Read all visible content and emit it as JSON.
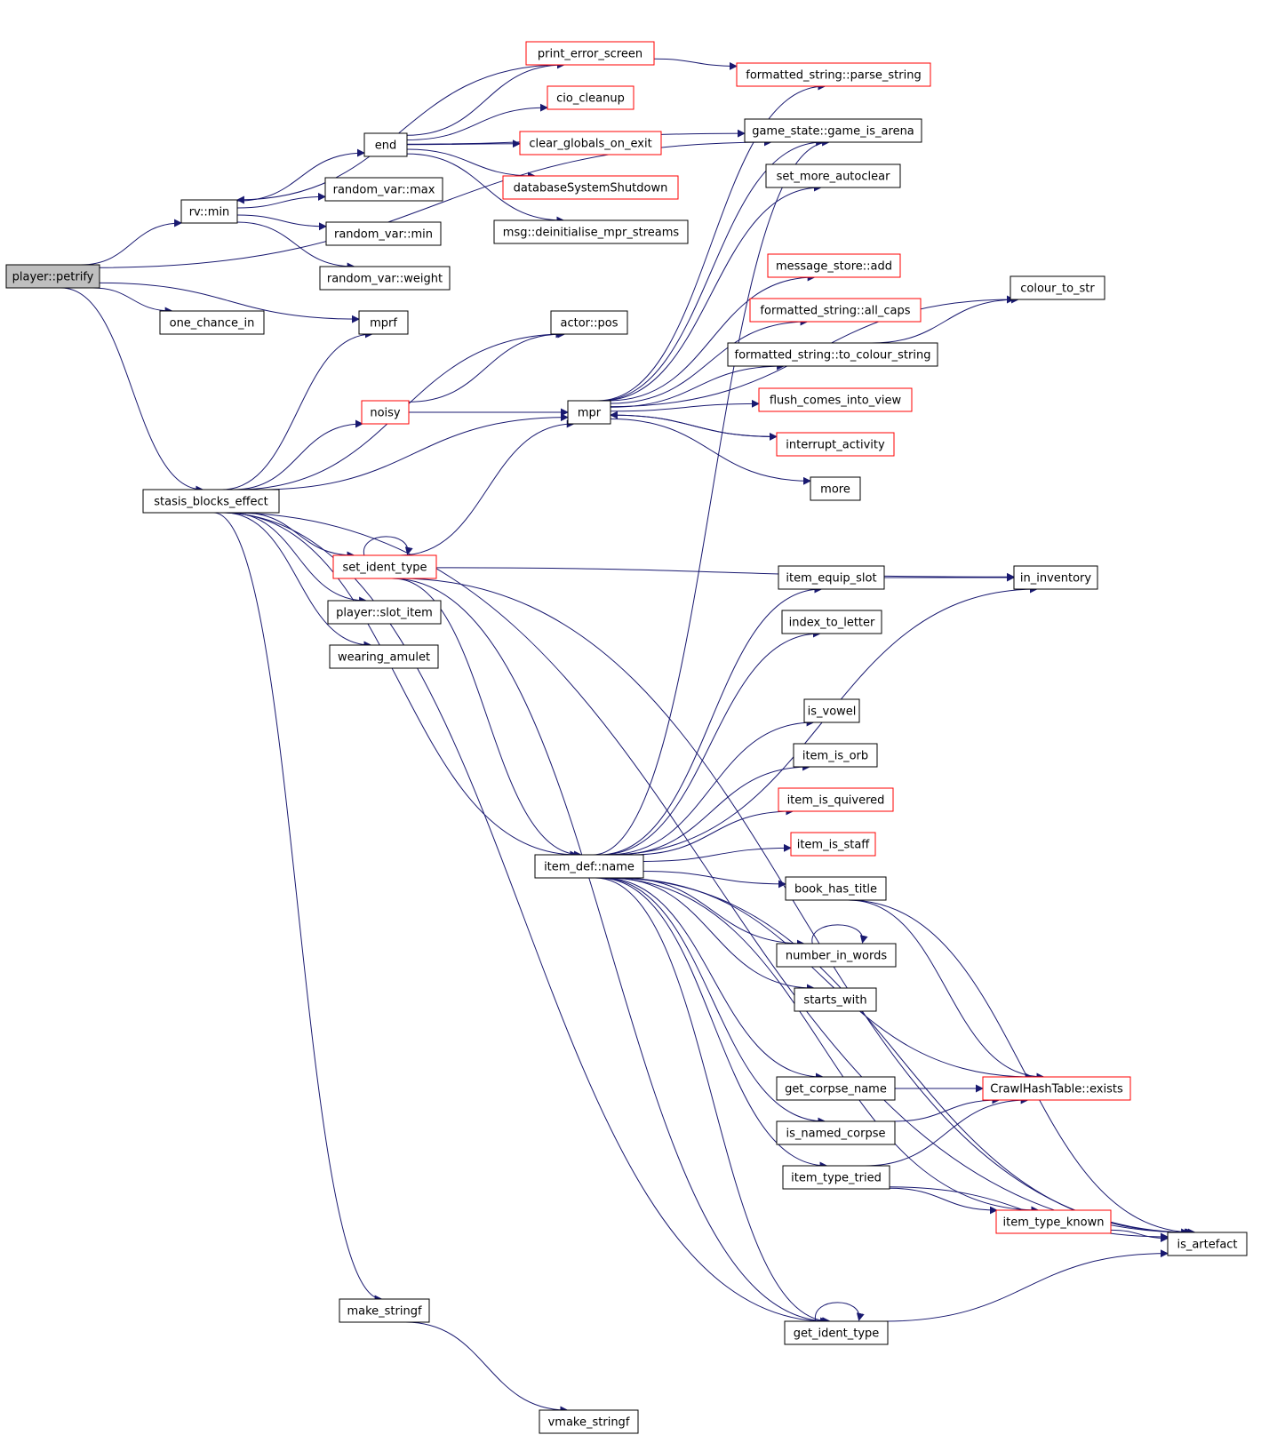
{
  "colors": {
    "edge": "#191970",
    "node_border_normal": "#000000",
    "node_border_truncated": "#ff0000",
    "root_fill": "#bfbfbf",
    "node_fill": "#ffffff"
  },
  "nodes": [
    {
      "id": "player_petrify",
      "label": "player::petrify",
      "style": "root"
    },
    {
      "id": "rv_min",
      "label": "rv::min",
      "style": "normal"
    },
    {
      "id": "one_chance_in",
      "label": "one_chance_in",
      "style": "normal"
    },
    {
      "id": "mprf",
      "label": "mprf",
      "style": "normal"
    },
    {
      "id": "stasis_blocks_effect",
      "label": "stasis_blocks_effect",
      "style": "normal"
    },
    {
      "id": "end",
      "label": "end",
      "style": "normal"
    },
    {
      "id": "random_var_max",
      "label": "random_var::max",
      "style": "normal"
    },
    {
      "id": "random_var_min",
      "label": "random_var::min",
      "style": "normal"
    },
    {
      "id": "random_var_weight",
      "label": "random_var::weight",
      "style": "normal"
    },
    {
      "id": "print_error_screen",
      "label": "print_error_screen",
      "style": "truncated"
    },
    {
      "id": "cio_cleanup",
      "label": "cio_cleanup",
      "style": "truncated"
    },
    {
      "id": "clear_globals_on_exit",
      "label": "clear_globals_on_exit",
      "style": "truncated"
    },
    {
      "id": "databaseSystemShutdown",
      "label": "databaseSystemShutdown",
      "style": "truncated"
    },
    {
      "id": "msg_deinit",
      "label": "msg::deinitialise_mpr_streams",
      "style": "normal"
    },
    {
      "id": "parse_string",
      "label": "formatted_string::parse_string",
      "style": "truncated"
    },
    {
      "id": "game_is_arena",
      "label": "game_state::game_is_arena",
      "style": "normal"
    },
    {
      "id": "set_more_autoclear",
      "label": "set_more_autoclear",
      "style": "normal"
    },
    {
      "id": "message_store_add",
      "label": "message_store::add",
      "style": "truncated"
    },
    {
      "id": "all_caps",
      "label": "formatted_string::all_caps",
      "style": "truncated"
    },
    {
      "id": "to_colour_string",
      "label": "formatted_string::to_colour_string",
      "style": "normal"
    },
    {
      "id": "colour_to_str",
      "label": "colour_to_str",
      "style": "normal"
    },
    {
      "id": "actor_pos",
      "label": "actor::pos",
      "style": "normal"
    },
    {
      "id": "noisy",
      "label": "noisy",
      "style": "truncated"
    },
    {
      "id": "mpr",
      "label": "mpr",
      "style": "normal"
    },
    {
      "id": "flush_comes_into_view",
      "label": "flush_comes_into_view",
      "style": "truncated"
    },
    {
      "id": "interrupt_activity",
      "label": "interrupt_activity",
      "style": "truncated"
    },
    {
      "id": "more",
      "label": "more",
      "style": "normal"
    },
    {
      "id": "set_ident_type",
      "label": "set_ident_type",
      "style": "truncated"
    },
    {
      "id": "player_slot_item",
      "label": "player::slot_item",
      "style": "normal"
    },
    {
      "id": "wearing_amulet",
      "label": "wearing_amulet",
      "style": "normal"
    },
    {
      "id": "item_equip_slot",
      "label": "item_equip_slot",
      "style": "normal"
    },
    {
      "id": "in_inventory",
      "label": "in_inventory",
      "style": "normal"
    },
    {
      "id": "index_to_letter",
      "label": "index_to_letter",
      "style": "normal"
    },
    {
      "id": "is_vowel",
      "label": "is_vowel",
      "style": "normal"
    },
    {
      "id": "item_is_orb",
      "label": "item_is_orb",
      "style": "normal"
    },
    {
      "id": "item_is_quivered",
      "label": "item_is_quivered",
      "style": "truncated"
    },
    {
      "id": "item_is_staff",
      "label": "item_is_staff",
      "style": "truncated"
    },
    {
      "id": "item_def_name",
      "label": "item_def::name",
      "style": "normal"
    },
    {
      "id": "book_has_title",
      "label": "book_has_title",
      "style": "normal"
    },
    {
      "id": "number_in_words",
      "label": "number_in_words",
      "style": "normal"
    },
    {
      "id": "starts_with",
      "label": "starts_with",
      "style": "normal"
    },
    {
      "id": "get_corpse_name",
      "label": "get_corpse_name",
      "style": "normal"
    },
    {
      "id": "crawl_hash_exists",
      "label": "CrawlHashTable::exists",
      "style": "truncated"
    },
    {
      "id": "is_named_corpse",
      "label": "is_named_corpse",
      "style": "normal"
    },
    {
      "id": "item_type_tried",
      "label": "item_type_tried",
      "style": "normal"
    },
    {
      "id": "item_type_known",
      "label": "item_type_known",
      "style": "truncated"
    },
    {
      "id": "is_artefact",
      "label": "is_artefact",
      "style": "normal"
    },
    {
      "id": "make_stringf",
      "label": "make_stringf",
      "style": "normal"
    },
    {
      "id": "get_ident_type",
      "label": "get_ident_type",
      "style": "normal"
    },
    {
      "id": "vmake_stringf",
      "label": "vmake_stringf",
      "style": "normal"
    }
  ],
  "edges": [
    [
      "player_petrify",
      "rv_min"
    ],
    [
      "player_petrify",
      "one_chance_in"
    ],
    [
      "player_petrify",
      "mprf"
    ],
    [
      "player_petrify",
      "stasis_blocks_effect"
    ],
    [
      "player_petrify",
      "game_is_arena"
    ],
    [
      "rv_min",
      "end"
    ],
    [
      "rv_min",
      "random_var_max"
    ],
    [
      "rv_min",
      "random_var_min"
    ],
    [
      "rv_min",
      "random_var_weight"
    ],
    [
      "end",
      "print_error_screen"
    ],
    [
      "end",
      "cio_cleanup"
    ],
    [
      "end",
      "clear_globals_on_exit"
    ],
    [
      "end",
      "databaseSystemShutdown"
    ],
    [
      "end",
      "msg_deinit"
    ],
    [
      "end",
      "game_is_arena"
    ],
    [
      "print_error_screen",
      "rv_min"
    ],
    [
      "print_error_screen",
      "parse_string"
    ],
    [
      "stasis_blocks_effect",
      "mprf"
    ],
    [
      "stasis_blocks_effect",
      "actor_pos"
    ],
    [
      "stasis_blocks_effect",
      "noisy"
    ],
    [
      "stasis_blocks_effect",
      "mpr"
    ],
    [
      "stasis_blocks_effect",
      "set_ident_type"
    ],
    [
      "stasis_blocks_effect",
      "player_slot_item"
    ],
    [
      "stasis_blocks_effect",
      "wearing_amulet"
    ],
    [
      "stasis_blocks_effect",
      "item_def_name"
    ],
    [
      "stasis_blocks_effect",
      "make_stringf"
    ],
    [
      "stasis_blocks_effect",
      "get_ident_type"
    ],
    [
      "stasis_blocks_effect",
      "is_artefact"
    ],
    [
      "noisy",
      "actor_pos"
    ],
    [
      "noisy",
      "mpr"
    ],
    [
      "set_ident_type",
      "set_ident_type"
    ],
    [
      "set_ident_type",
      "mpr"
    ],
    [
      "set_ident_type",
      "in_inventory"
    ],
    [
      "set_ident_type",
      "item_def_name"
    ],
    [
      "set_ident_type",
      "get_ident_type"
    ],
    [
      "set_ident_type",
      "is_artefact"
    ],
    [
      "mpr",
      "parse_string"
    ],
    [
      "mpr",
      "game_is_arena"
    ],
    [
      "mpr",
      "set_more_autoclear"
    ],
    [
      "mpr",
      "colour_to_str"
    ],
    [
      "mpr",
      "message_store_add"
    ],
    [
      "mpr",
      "all_caps"
    ],
    [
      "mpr",
      "to_colour_string"
    ],
    [
      "mpr",
      "flush_comes_into_view"
    ],
    [
      "mpr",
      "interrupt_activity"
    ],
    [
      "mpr",
      "more"
    ],
    [
      "interrupt_activity",
      "mpr"
    ],
    [
      "to_colour_string",
      "colour_to_str"
    ],
    [
      "item_def_name",
      "game_is_arena"
    ],
    [
      "item_def_name",
      "item_equip_slot"
    ],
    [
      "item_def_name",
      "index_to_letter"
    ],
    [
      "item_def_name",
      "in_inventory"
    ],
    [
      "item_def_name",
      "is_vowel"
    ],
    [
      "item_def_name",
      "item_is_orb"
    ],
    [
      "item_def_name",
      "item_is_quivered"
    ],
    [
      "item_def_name",
      "item_is_staff"
    ],
    [
      "item_def_name",
      "book_has_title"
    ],
    [
      "item_def_name",
      "number_in_words"
    ],
    [
      "item_def_name",
      "starts_with"
    ],
    [
      "item_def_name",
      "crawl_hash_exists"
    ],
    [
      "item_def_name",
      "get_corpse_name"
    ],
    [
      "item_def_name",
      "is_named_corpse"
    ],
    [
      "item_def_name",
      "item_type_tried"
    ],
    [
      "item_def_name",
      "item_type_known"
    ],
    [
      "item_def_name",
      "is_artefact"
    ],
    [
      "item_def_name",
      "get_ident_type"
    ],
    [
      "item_equip_slot",
      "in_inventory"
    ],
    [
      "book_has_title",
      "crawl_hash_exists"
    ],
    [
      "book_has_title",
      "is_artefact"
    ],
    [
      "number_in_words",
      "number_in_words"
    ],
    [
      "get_corpse_name",
      "crawl_hash_exists"
    ],
    [
      "is_named_corpse",
      "crawl_hash_exists"
    ],
    [
      "item_type_tried",
      "crawl_hash_exists"
    ],
    [
      "item_type_tried",
      "item_type_known"
    ],
    [
      "item_type_tried",
      "is_artefact"
    ],
    [
      "item_type_known",
      "is_artefact"
    ],
    [
      "get_ident_type",
      "get_ident_type"
    ],
    [
      "get_ident_type",
      "is_artefact"
    ],
    [
      "make_stringf",
      "vmake_stringf"
    ]
  ]
}
